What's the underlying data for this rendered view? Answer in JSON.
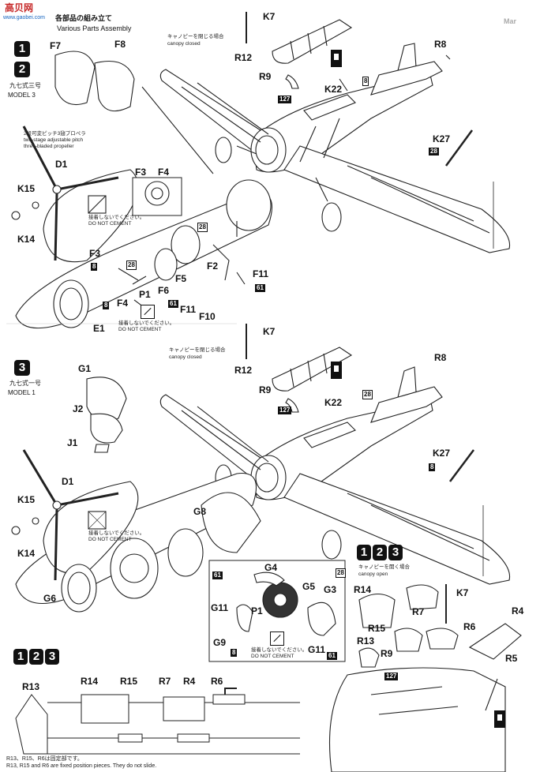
{
  "watermark": {
    "site": "高贝网",
    "url": "www.gaobei.com"
  },
  "header": {
    "title_jp": "各部品の組み立て",
    "title_en": "Various Parts Assembly",
    "corner_text": "Mar"
  },
  "step1": {
    "badge1": "1",
    "badge2": "2",
    "model_jp": "九七式三号",
    "model_en": "MODEL 3",
    "propeller_jp": "2段可変ピッチ3翅プロペラ",
    "propeller_en1": "two-stage adjustable pitch",
    "propeller_en2": "three-bladed propeller",
    "canopy_jp": "キャノピーを閉じる場合",
    "canopy_en": "canopy closed",
    "no_cement_jp": "接着しないでください。",
    "no_cement_en": "DO NOT CEMENT",
    "no_cement2_jp": "接着しないでください。",
    "no_cement2_en": "DO NOT CEMENT",
    "labels": [
      "F7",
      "F8",
      "F3",
      "F4",
      "D1",
      "K15",
      "K14",
      "F3",
      "F5",
      "F2",
      "F11",
      "F6",
      "F11",
      "F10",
      "F4",
      "P1",
      "E1",
      "K7",
      "R12",
      "R9",
      "K22",
      "R8",
      "K27"
    ],
    "codes": [
      "127",
      "28",
      "8",
      "28",
      "8",
      "61",
      "61",
      "8",
      "28"
    ]
  },
  "step2": {
    "badge": "3",
    "model_jp": "九七式一号",
    "model_en": "MODEL 1",
    "canopy_jp": "キャノピーを閉じる場合",
    "canopy_en": "canopy closed",
    "no_cement_jp": "接着しないでください。",
    "no_cement_en": "DO NOT CEMENT",
    "no_cement2_jp": "接着しないでください。",
    "no_cement2_en": "DO NOT CEMENT",
    "labels": [
      "G1",
      "J2",
      "J1",
      "D1",
      "K15",
      "K14",
      "G8",
      "G6",
      "G4",
      "G5",
      "G3",
      "G11",
      "P1",
      "G9",
      "G11",
      "K7",
      "R12",
      "R9",
      "K22",
      "R8",
      "K27"
    ],
    "codes": [
      "127",
      "28",
      "8",
      "61",
      "28",
      "8",
      "61"
    ]
  },
  "step3": {
    "badges": [
      "1",
      "2",
      "3"
    ],
    "canopy_jp": "キャノピーを開く場合",
    "canopy_en": "canopy open",
    "labels": [
      "R14",
      "R7",
      "R15",
      "R6",
      "R4",
      "R13",
      "R9",
      "R5",
      "K7"
    ],
    "codes": [
      "127"
    ]
  },
  "bottom": {
    "badges": [
      "1",
      "2",
      "3"
    ],
    "labels": [
      "R13",
      "R14",
      "R15",
      "R7",
      "R4",
      "R6"
    ],
    "note_jp": "R13、R15、R6は固定部です。",
    "note_en": "R13, R15 and R6 are fixed position pieces. They do not slide."
  }
}
